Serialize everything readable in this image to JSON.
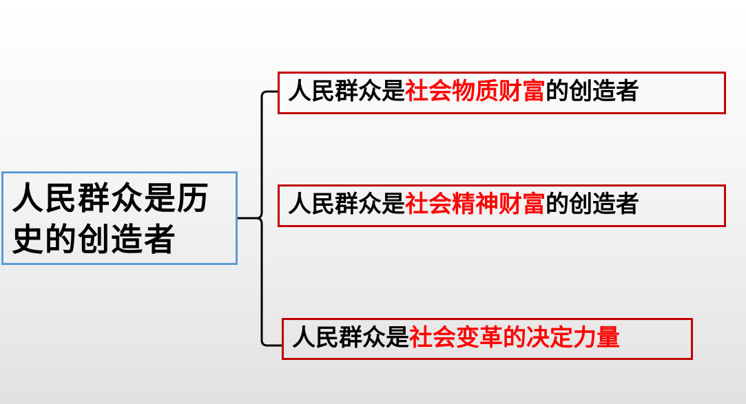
{
  "center": {
    "line1": "人民群众是历",
    "line2": "史的创造者"
  },
  "branches": [
    {
      "prefix": "人民群众是",
      "highlight": "社会物质财富",
      "suffix": "的创造者"
    },
    {
      "prefix": "人民群众是",
      "highlight": "社会精神财富",
      "suffix": "的创造者"
    },
    {
      "prefix": "人民群众是",
      "highlight": "社会变革的决定力量",
      "suffix": ""
    }
  ],
  "colors": {
    "center_border": "#5b9bd5",
    "branch_border": "#c00000",
    "highlight": "#ff0000"
  }
}
